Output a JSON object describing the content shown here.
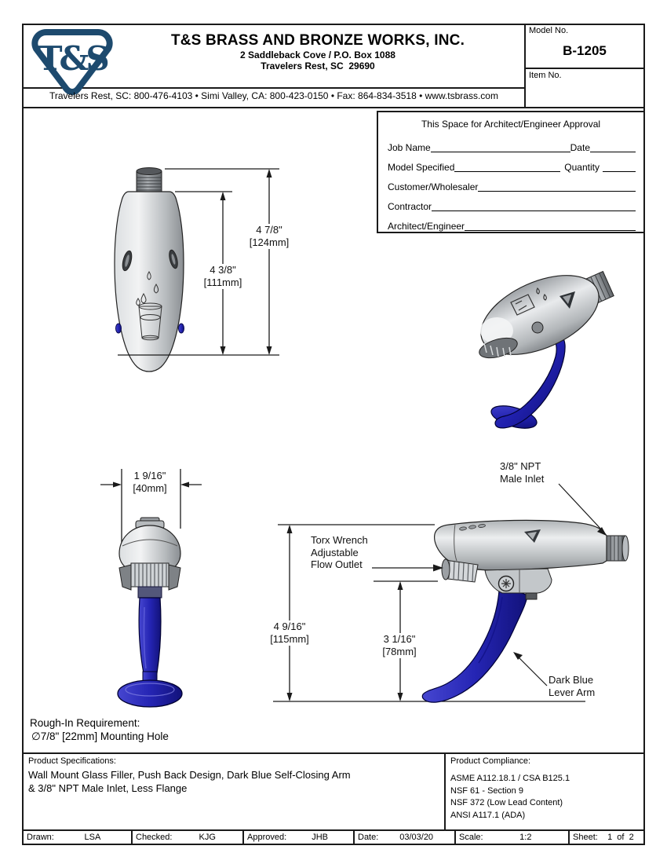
{
  "header": {
    "logo_text": "T&S",
    "company_name": "T&S BRASS AND BRONZE WORKS, INC.",
    "address_line1": "2 Saddleback Cove / P.O. Box 1088",
    "address_line2": "Travelers Rest, SC  29690",
    "contact_line": "Travelers Rest, SC: 800-476-4103 • Simi Valley, CA: 800-423-0150 • Fax: 864-834-3518 • www.tsbrass.com",
    "model_no_label": "Model No.",
    "model_no": "B-1205",
    "item_no_label": "Item No.",
    "item_no": ""
  },
  "approval": {
    "title": "This Space for Architect/Engineer Approval",
    "job_name_label": "Job Name",
    "date_label": "Date",
    "model_specified_label": "Model Specified",
    "quantity_label": "Quantity",
    "customer_label": "Customer/Wholesaler",
    "contractor_label": "Contractor",
    "architect_label": "Architect/Engineer"
  },
  "views": {
    "front": {
      "dim_total_in": "4 7/8\"",
      "dim_total_mm": "[124mm]",
      "dim_body_in": "4 3/8\"",
      "dim_body_mm": "[111mm]"
    },
    "end": {
      "dim_width_in": "1 9/16\"",
      "dim_width_mm": "[40mm]"
    },
    "side": {
      "dim_total_in": "4 9/16\"",
      "dim_total_mm": "[115mm]",
      "dim_lever_in": "3 1/16\"",
      "dim_lever_mm": "[78mm]",
      "callout_inlet_1": "3/8\" NPT",
      "callout_inlet_2": "Male Inlet",
      "callout_outlet_1": "Torx Wrench",
      "callout_outlet_2": "Adjustable",
      "callout_outlet_3": "Flow Outlet",
      "callout_lever_1": "Dark Blue",
      "callout_lever_2": "Lever Arm"
    }
  },
  "rough_in": {
    "line1": "Rough-In Requirement:",
    "line2": "∅7/8\" [22mm] Mounting Hole"
  },
  "product_specifications": {
    "label": "Product Specifications:",
    "line1": "Wall Mount Glass Filler, Push Back Design, Dark Blue Self-Closing Arm",
    "line2": "& 3/8\" NPT Male Inlet, Less Flange"
  },
  "product_compliance": {
    "label": "Product Compliance:",
    "items": [
      "ASME A112.18.1 / CSA B125.1",
      "NSF 61 - Section 9",
      "NSF 372 (Low Lead Content)",
      "ANSI A117.1 (ADA)"
    ]
  },
  "footer": {
    "drawn_label": "Drawn:",
    "drawn": "LSA",
    "checked_label": "Checked:",
    "checked": "KJG",
    "approved_label": "Approved:",
    "approved": "JHB",
    "date_label": "Date:",
    "date": "03/03/20",
    "scale_label": "Scale:",
    "scale": "1:2",
    "sheet_label": "Sheet:",
    "sheet": "1  of  2"
  },
  "colors": {
    "logo_navy": "#1d4a6e",
    "lever_blue": "#2525b4",
    "body_gray": "#c9cdd1",
    "line": "#1a1a1a"
  }
}
